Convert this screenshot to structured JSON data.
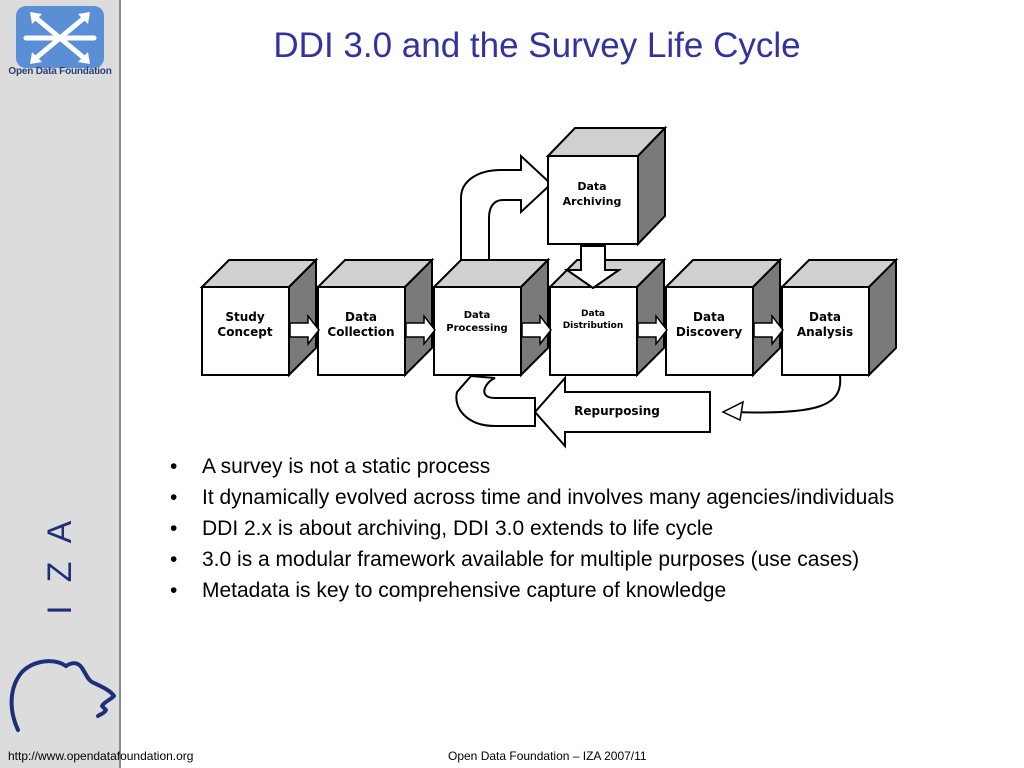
{
  "slide": {
    "title": "DDI 3.0 and the Survey Life Cycle"
  },
  "logo": {
    "text": "Open Data Foundation"
  },
  "sidebar": {
    "iza_letters": [
      "I",
      "Z",
      "A"
    ]
  },
  "diagram": {
    "boxes": {
      "study_concept": [
        "Study",
        "Concept"
      ],
      "data_collection": [
        "Data",
        "Collection"
      ],
      "data_processing": [
        "Data",
        "Processing"
      ],
      "data_distribution": [
        "Data",
        "Distribution"
      ],
      "data_discovery": [
        "Data",
        "Discovery"
      ],
      "data_analysis": [
        "Data",
        "Analysis"
      ],
      "data_archiving": [
        "Data",
        "Archiving"
      ]
    },
    "repurposing_label": "Repurposing"
  },
  "bullets": [
    "A survey is not a static process",
    "It dynamically evolved across time and involves many agencies/individuals",
    "DDI 2.x is about archiving, DDI 3.0 extends to life cycle",
    "3.0 is a modular framework available for multiple purposes (use cases)",
    "Metadata is key to comprehensive capture of knowledge"
  ],
  "bullet_symbol": "•",
  "footer": {
    "url": "http://www.opendatafoundation.org",
    "center": "Open Data Foundation – IZA 2007/11"
  },
  "colors": {
    "title": "#3333a0",
    "sidebar": "#dcdcdc",
    "logo_blue": "#5a8fd6",
    "iza_navy": "#1e2f7a"
  }
}
